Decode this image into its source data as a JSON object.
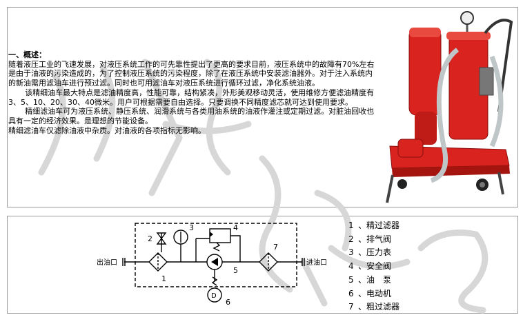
{
  "intro": {
    "heading": "一、概述：",
    "para1": "随着液压工业的飞速发展，对液压系统工作的可先靠性提出了更高的要求目前，液压系统中的故障有70%左右是由于油液的污染造成的，为了控制液压系统的污染程度，除了在液压系统中安装滤油器外。对于注入系统内的新油需用滤油车进行预过滤。同时也可用滤油车对液压系统进行循环过滤，净化系统油液。",
    "para2": "该精细油车最大特点是滤油精度高，性能可靠，结构紧凑，外形美观移动灵活，使用维修方便滤油精度有3、5、10、20、30、40微米。用户可根据需要自由选择。只要调换不同精度滤芯就可达到使用要求。",
    "para3": "精细滤油车可为液压系统、静压系统、润滑系统与各类用油系统的油液作灌注或定期过滤。对脏油回收也具有一定的经济效果。是理想的节能设备。",
    "para4": "精细滤油车仅滤除油液中杂质。对油液的各项指标无影响。"
  },
  "schematic": {
    "outlet_label": "出油口",
    "inlet_label": "进油口",
    "markers": [
      "1",
      "2",
      "3",
      "4",
      "5",
      "6",
      "7"
    ],
    "motor_symbol": "D"
  },
  "legend": {
    "items": [
      {
        "num": "1",
        "sep": "、",
        "label": "精过滤器"
      },
      {
        "num": "2",
        "sep": "、",
        "label": "排气阀"
      },
      {
        "num": "3",
        "sep": "、",
        "label": "压力表"
      },
      {
        "num": "4",
        "sep": "、",
        "label": "安全阀"
      },
      {
        "num": "5",
        "sep": "、",
        "label": "油　泵"
      },
      {
        "num": "6",
        "sep": "、",
        "label": "电动机"
      },
      {
        "num": "7",
        "sep": "、",
        "label": "粗过滤器"
      }
    ]
  },
  "colors": {
    "machine_red": "#d8231f",
    "frame_gray": "#9a9a9a",
    "watermark": "#d7d7d7"
  }
}
